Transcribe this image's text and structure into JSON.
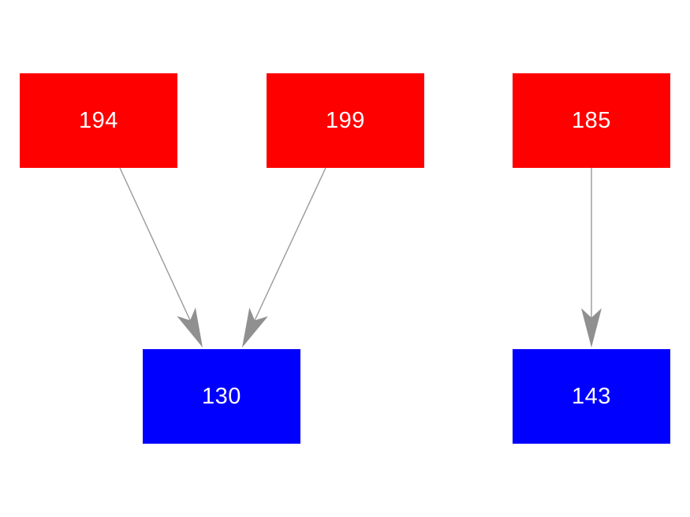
{
  "diagram": {
    "type": "directed-graph",
    "nodes": [
      {
        "id": "194",
        "label": "194",
        "role": "source"
      },
      {
        "id": "199",
        "label": "199",
        "role": "source"
      },
      {
        "id": "185",
        "label": "185",
        "role": "source"
      },
      {
        "id": "130",
        "label": "130",
        "role": "target"
      },
      {
        "id": "143",
        "label": "143",
        "role": "target"
      }
    ],
    "edges": [
      {
        "from": "194",
        "to": "130"
      },
      {
        "from": "199",
        "to": "130"
      },
      {
        "from": "185",
        "to": "143"
      }
    ],
    "colors": {
      "background": "#ffffff",
      "source_node": "#ff0000",
      "target_node": "#0000ff",
      "edge": "#999999",
      "arrowhead": "#909090",
      "label_text": "#ffffff"
    }
  }
}
